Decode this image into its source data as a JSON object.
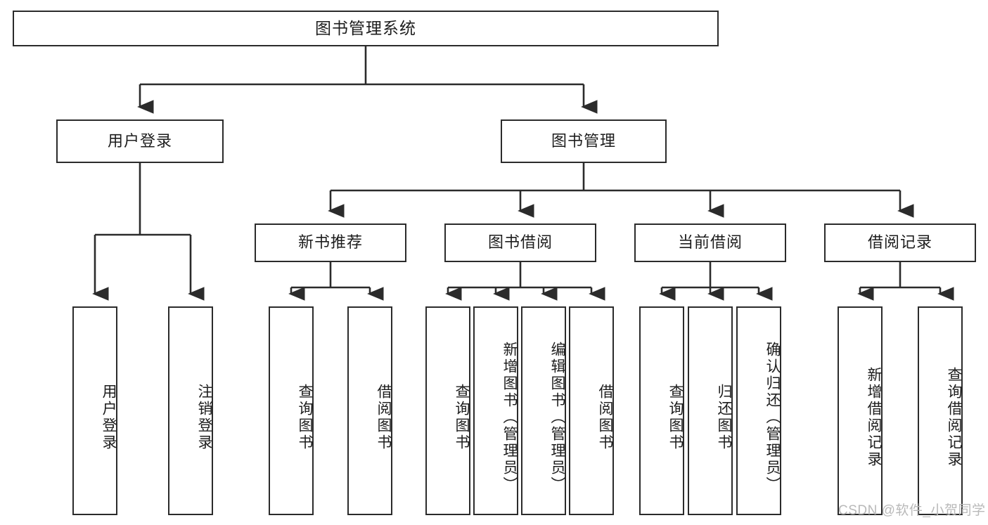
{
  "diagram": {
    "title": "图书管理系统",
    "type": "tree",
    "root": {
      "label": "图书管理系统"
    },
    "level2": [
      {
        "label": "用户登录"
      },
      {
        "label": "图书管理"
      }
    ],
    "level3": [
      {
        "label": "新书推荐"
      },
      {
        "label": "图书借阅"
      },
      {
        "label": "当前借阅"
      },
      {
        "label": "借阅记录"
      }
    ],
    "leaves": {
      "user_login": [
        {
          "label": "用户登录"
        },
        {
          "label": "注销登录"
        }
      ],
      "new_book_recommend": [
        {
          "label": "查询图书"
        },
        {
          "label": "借阅图书"
        }
      ],
      "book_borrow": [
        {
          "label": "查询图书"
        },
        {
          "label": "新增图书（管理员）"
        },
        {
          "label": "编辑图书（管理员）"
        },
        {
          "label": "借阅图书"
        }
      ],
      "current_borrow": [
        {
          "label": "查询图书"
        },
        {
          "label": "归还图书"
        },
        {
          "label": "确认归还（管理员）"
        }
      ],
      "borrow_record": [
        {
          "label": "新增借阅记录"
        },
        {
          "label": "查询借阅记录"
        }
      ]
    },
    "watermark": "CSDN @软件_小贺同学",
    "colors": {
      "stroke": "#2b2b2b",
      "fill": "#ffffff",
      "text": "#1d1d1d",
      "watermark": "#b9b9b9"
    }
  }
}
